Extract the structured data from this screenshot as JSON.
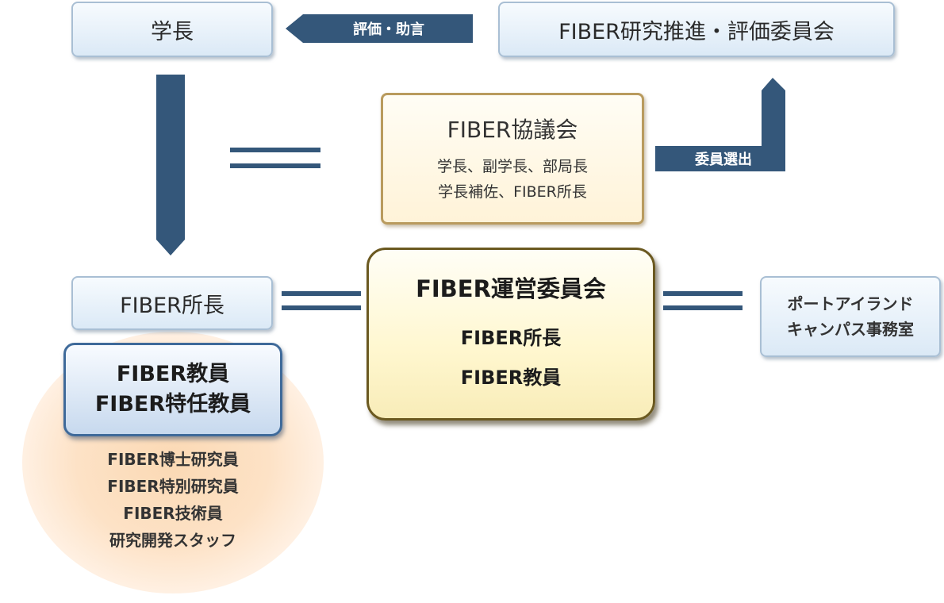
{
  "president": "学長",
  "evaluation_label": "評価・助言",
  "committee": "FIBER研究推進・評価委員会",
  "council": {
    "title": "FIBER協議会",
    "line1": "学長、副学長、部局長",
    "line2": "学長補佐、FIBER所長"
  },
  "member_selection_label": "委員選出",
  "director": "FIBER所長",
  "steering": {
    "title": "FIBER運営委員会",
    "line1": "FIBER所長",
    "line2": "FIBER教員"
  },
  "port_island": {
    "line1": "ポートアイランド",
    "line2": "キャンパス事務室"
  },
  "faculty": {
    "line1": "FIBER教員",
    "line2": "FIBER特任教員"
  },
  "staff": [
    "FIBER博士研究員",
    "FIBER特別研究員",
    "FIBER技術員",
    "研究開発スタッフ"
  ],
  "colors": {
    "connector": "#34577a",
    "gold_border": "#6b5920",
    "faculty_border": "#3f6a9a"
  }
}
